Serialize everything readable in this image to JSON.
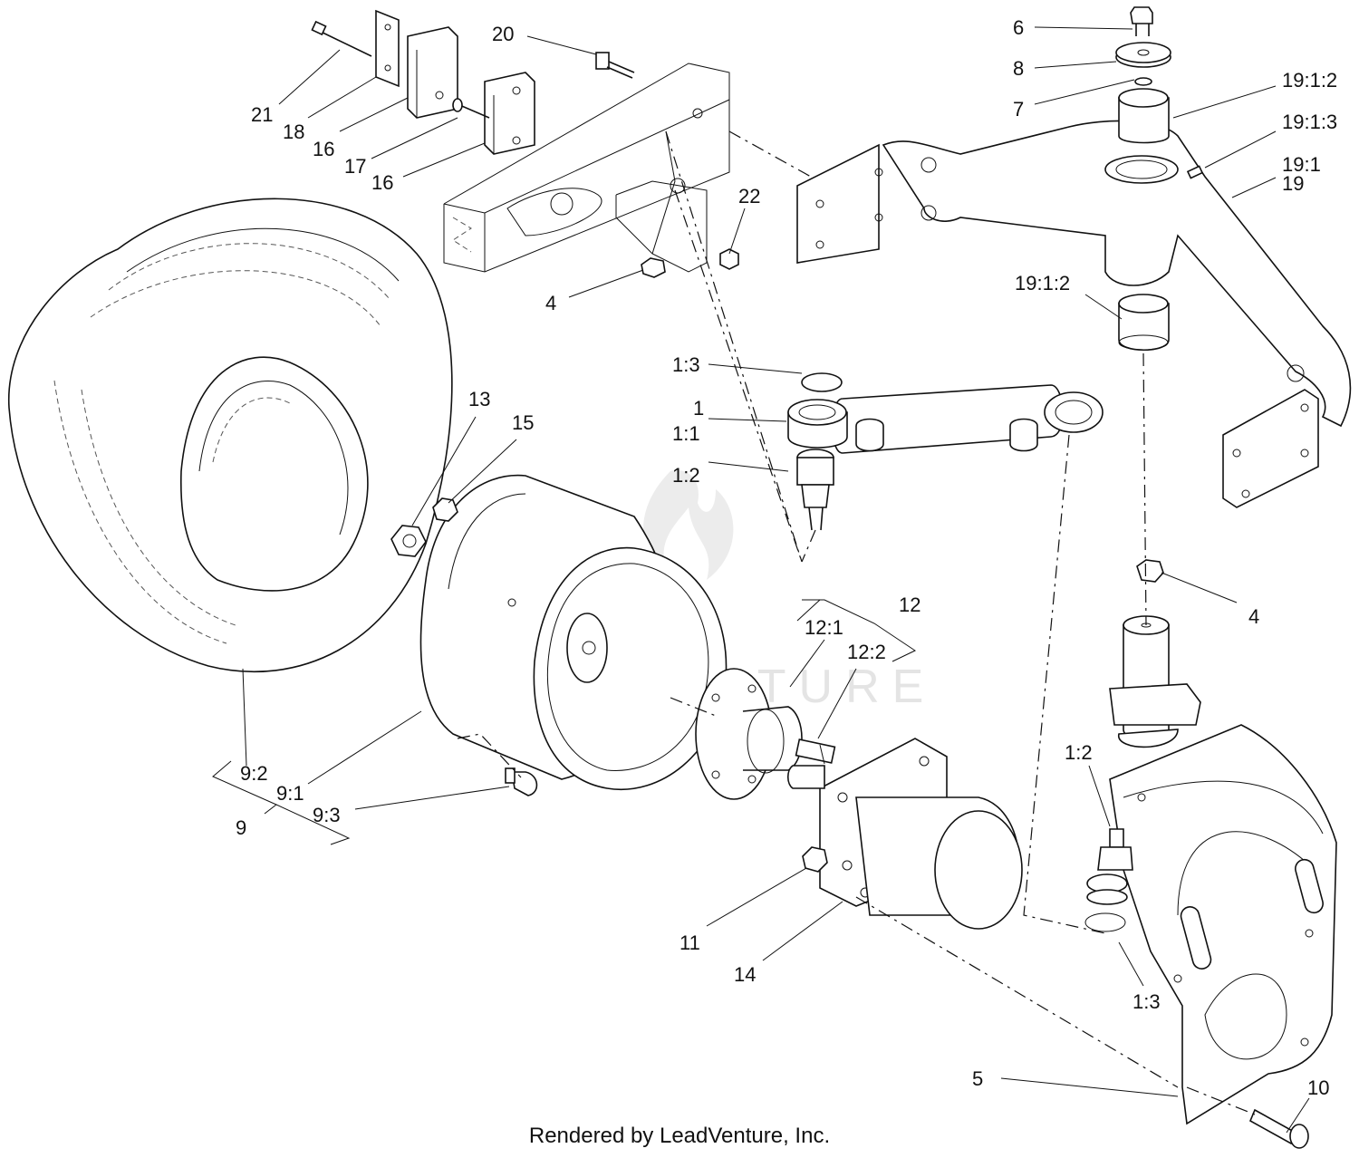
{
  "watermark": "LEADVENTURE",
  "footer": "Rendered by LeadVenture, Inc.",
  "callouts": [
    {
      "id": "21",
      "text": "21"
    },
    {
      "id": "18",
      "text": "18"
    },
    {
      "id": "16a",
      "text": "16"
    },
    {
      "id": "17",
      "text": "17"
    },
    {
      "id": "16b",
      "text": "16"
    },
    {
      "id": "20",
      "text": "20"
    },
    {
      "id": "22",
      "text": "22"
    },
    {
      "id": "4a",
      "text": "4"
    },
    {
      "id": "6",
      "text": "6"
    },
    {
      "id": "8",
      "text": "8"
    },
    {
      "id": "7",
      "text": "7"
    },
    {
      "id": "19-1-2a",
      "text": "19:1:2"
    },
    {
      "id": "19-1-3",
      "text": "19:1:3"
    },
    {
      "id": "19-1",
      "text": "19:1"
    },
    {
      "id": "19",
      "text": "19"
    },
    {
      "id": "19-1-2b",
      "text": "19:1:2"
    },
    {
      "id": "1-3a",
      "text": "1:3"
    },
    {
      "id": "1",
      "text": "1"
    },
    {
      "id": "1-1",
      "text": "1:1"
    },
    {
      "id": "1-2a",
      "text": "1:2"
    },
    {
      "id": "13",
      "text": "13"
    },
    {
      "id": "15",
      "text": "15"
    },
    {
      "id": "12",
      "text": "12"
    },
    {
      "id": "12-1",
      "text": "12:1"
    },
    {
      "id": "12-2",
      "text": "12:2"
    },
    {
      "id": "4b",
      "text": "4"
    },
    {
      "id": "1-2b",
      "text": "1:2"
    },
    {
      "id": "9-2",
      "text": "9:2"
    },
    {
      "id": "9-1",
      "text": "9:1"
    },
    {
      "id": "9",
      "text": "9"
    },
    {
      "id": "9-3",
      "text": "9:3"
    },
    {
      "id": "11",
      "text": "11"
    },
    {
      "id": "14",
      "text": "14"
    },
    {
      "id": "1-3b",
      "text": "1:3"
    },
    {
      "id": "5",
      "text": "5"
    },
    {
      "id": "10",
      "text": "10"
    }
  ]
}
